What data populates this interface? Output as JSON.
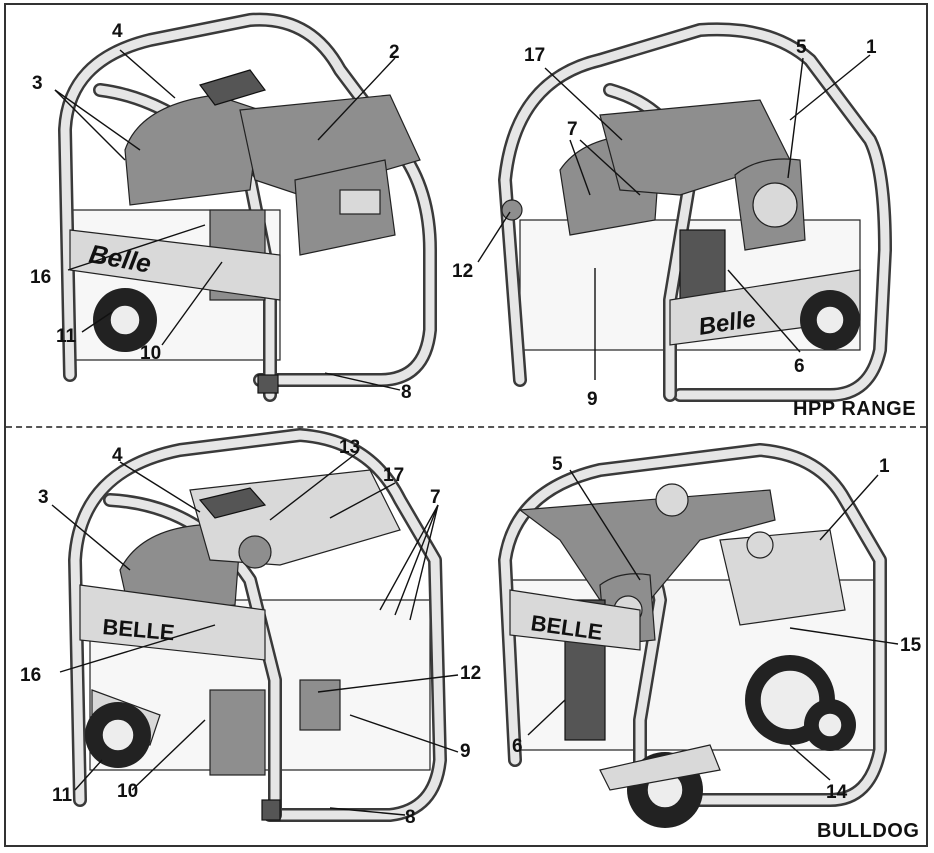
{
  "sections": [
    {
      "label": "HPP RANGE"
    },
    {
      "label": "BULLDOG"
    }
  ],
  "brand": {
    "script": "Belle",
    "block": "BELLE"
  },
  "callouts": {
    "hpp_left": [
      "4",
      "2",
      "3",
      "16",
      "11",
      "10",
      "8"
    ],
    "hpp_right": [
      "17",
      "5",
      "1",
      "7",
      "12",
      "6",
      "9"
    ],
    "bulldog_left": [
      "4",
      "13",
      "17",
      "7",
      "3",
      "16",
      "12",
      "9",
      "11",
      "10",
      "8"
    ],
    "bulldog_right": [
      "5",
      "1",
      "15",
      "6",
      "14"
    ]
  },
  "colors": {
    "ink": "#111111",
    "panel": "#8e8e8e",
    "frame": "#3a3a3a",
    "divider": "#555555"
  }
}
